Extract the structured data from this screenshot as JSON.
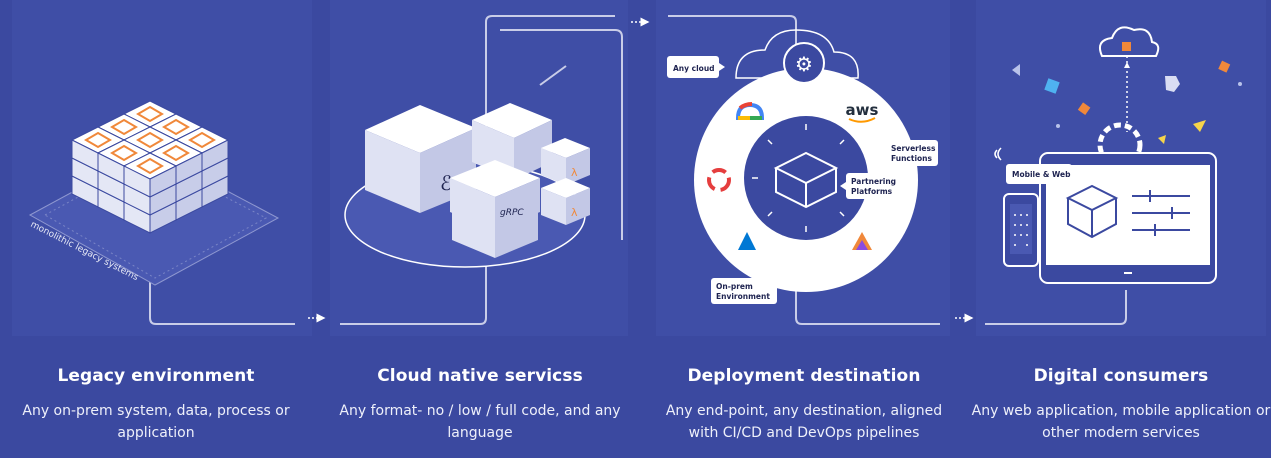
{
  "steps": [
    {
      "title": "Legacy environment",
      "desc": "Any on-prem system, data, process or application",
      "art_label": "monolithic legacy systems"
    },
    {
      "title": "Cloud native servicss",
      "desc": "Any format- no / low / full code, and any language",
      "art_label": "gRPC"
    },
    {
      "title": "Deployment destination",
      "desc": "Any end-point, any destination, aligned with CI/CD and DevOps pipelines"
    },
    {
      "title": "Digital consumers",
      "desc": "Any web application, mobile application or other modern services"
    }
  ],
  "diagram": {
    "any_cloud": "Any cloud",
    "on_prem_1": "On-prem",
    "on_prem_2": "Environment",
    "serverless_1": "Serverless",
    "serverless_2": "Functions",
    "partnering_1": "Partnering",
    "partnering_2": "Platforms",
    "aws": "aws",
    "mobile_web": "Mobile & Web"
  },
  "colors": {
    "background": "#3b49a0",
    "panel": "#3f4ea6",
    "accent": "#f0883a",
    "line": "#c9cde8"
  }
}
